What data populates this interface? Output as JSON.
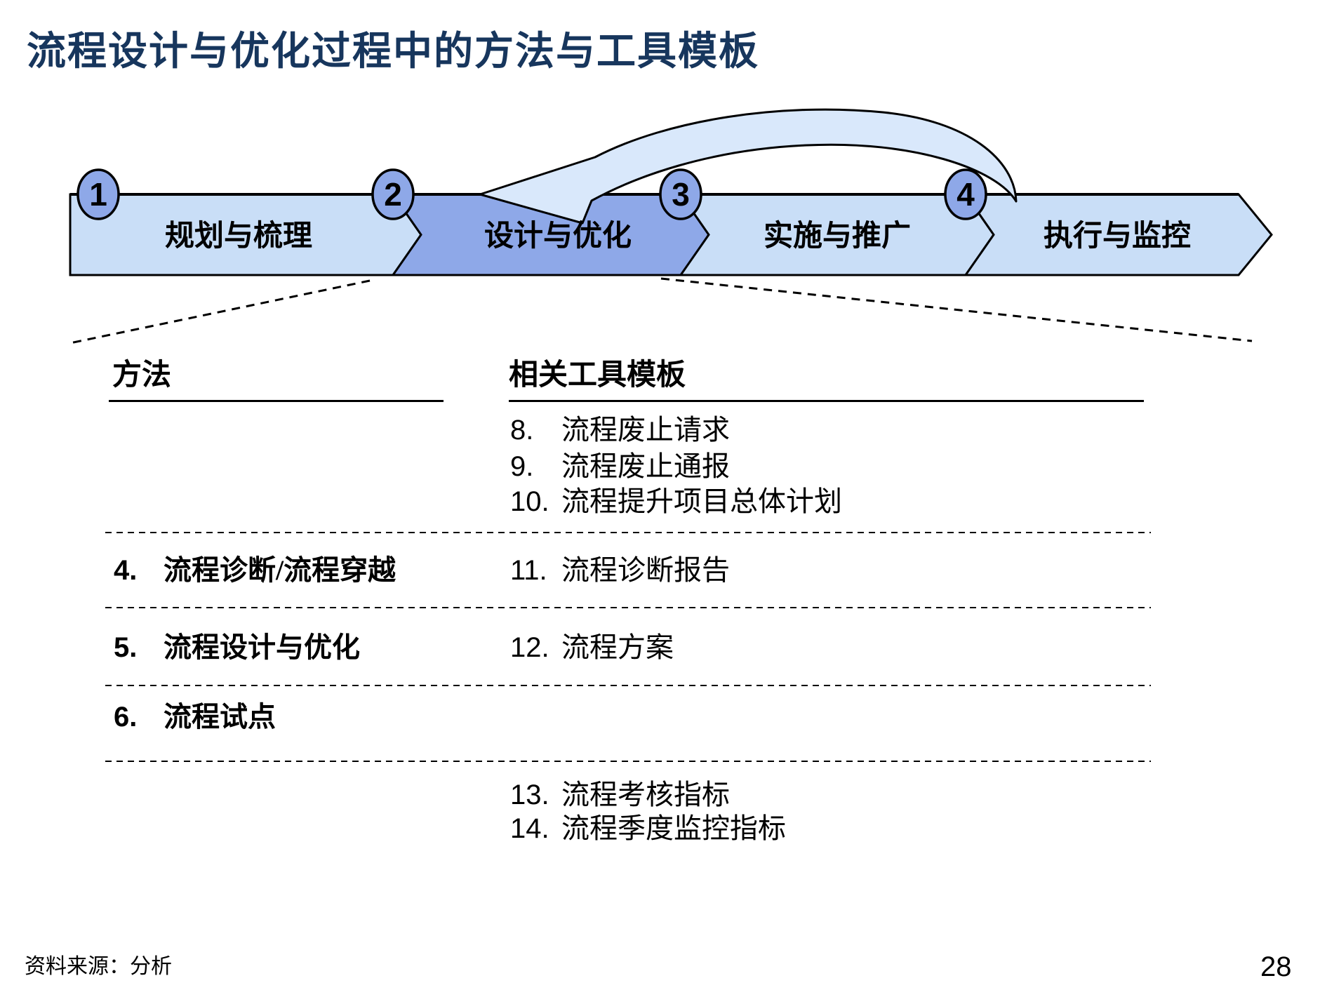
{
  "title": "流程设计与优化过程中的方法与工具模板",
  "process_flow": {
    "stages": [
      {
        "number": "1",
        "label": "规划与梳理",
        "highlighted": false
      },
      {
        "number": "2",
        "label": "设计与优化",
        "highlighted": true
      },
      {
        "number": "3",
        "label": "实施与推广",
        "highlighted": false
      },
      {
        "number": "4",
        "label": "执行与监控",
        "highlighted": false
      }
    ],
    "loop_arrow": "return-from-stage-4-to-stage-2"
  },
  "columns": {
    "left": {
      "header": "方法",
      "items": [
        {
          "num": "4.",
          "text": "流程诊断/流程穿越"
        },
        {
          "num": "5.",
          "text": "流程设计与优化"
        },
        {
          "num": "6.",
          "text": "流程试点"
        }
      ]
    },
    "right": {
      "header": "相关工具模板",
      "items": [
        {
          "num": "8.",
          "text": "流程废止请求"
        },
        {
          "num": "9.",
          "text": "流程废止通报"
        },
        {
          "num": "10.",
          "text": "流程提升项目总体计划"
        },
        {
          "num": "11.",
          "text": "流程诊断报告"
        },
        {
          "num": "12.",
          "text": "流程方案"
        },
        {
          "num": "13.",
          "text": "流程考核指标"
        },
        {
          "num": "14.",
          "text": "流程季度监控指标"
        }
      ]
    }
  },
  "footer": {
    "source": "资料来源：分析",
    "page": "28"
  },
  "colors": {
    "title_navy": "#17365D",
    "stage_light_blue": "#C9DEF7",
    "stage_highlight_blue": "#8EA8E8",
    "circle_blue": "#8EA8E8",
    "loop_arrow_blue": "#D9E8FB",
    "outline_black": "#000000"
  }
}
